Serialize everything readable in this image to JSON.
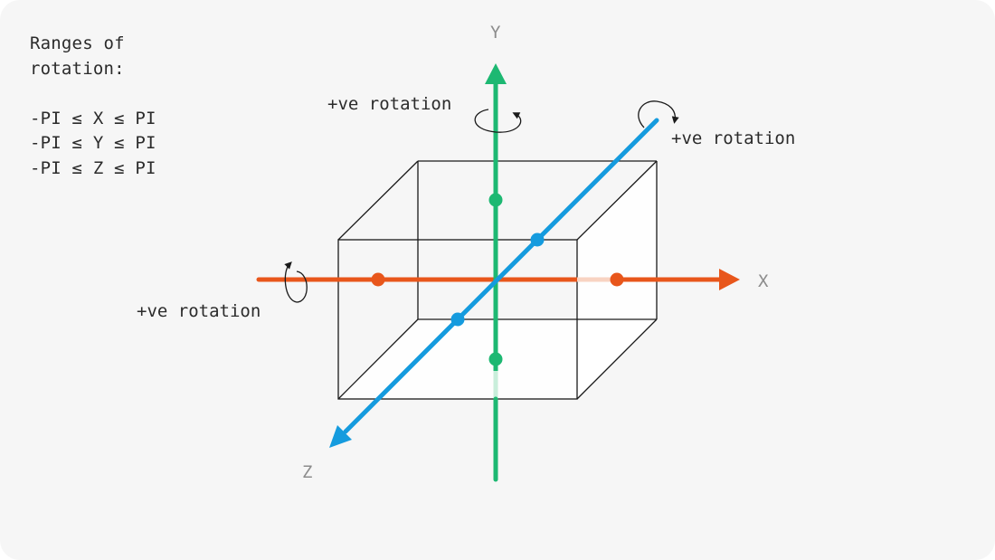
{
  "ranges": {
    "heading_line1": "Ranges of",
    "heading_line2": "rotation:",
    "x_range": "-PI ≤ X ≤ PI",
    "y_range": "-PI ≤ Y ≤ PI",
    "z_range": "-PI ≤ Z ≤ PI"
  },
  "axes": {
    "x": {
      "label": "X",
      "color": "#e8561b"
    },
    "y": {
      "label": "Y",
      "color": "#1db872"
    },
    "z": {
      "label": "Z",
      "color": "#159bde"
    }
  },
  "rotation_labels": {
    "x": "+ve rotation",
    "y": "+ve rotation",
    "z": "+ve rotation"
  },
  "icons": {
    "x_rotation": "counterclockwise-arrow-icon",
    "y_rotation": "counterclockwise-arrow-icon",
    "z_rotation": "counterclockwise-arrow-icon"
  }
}
